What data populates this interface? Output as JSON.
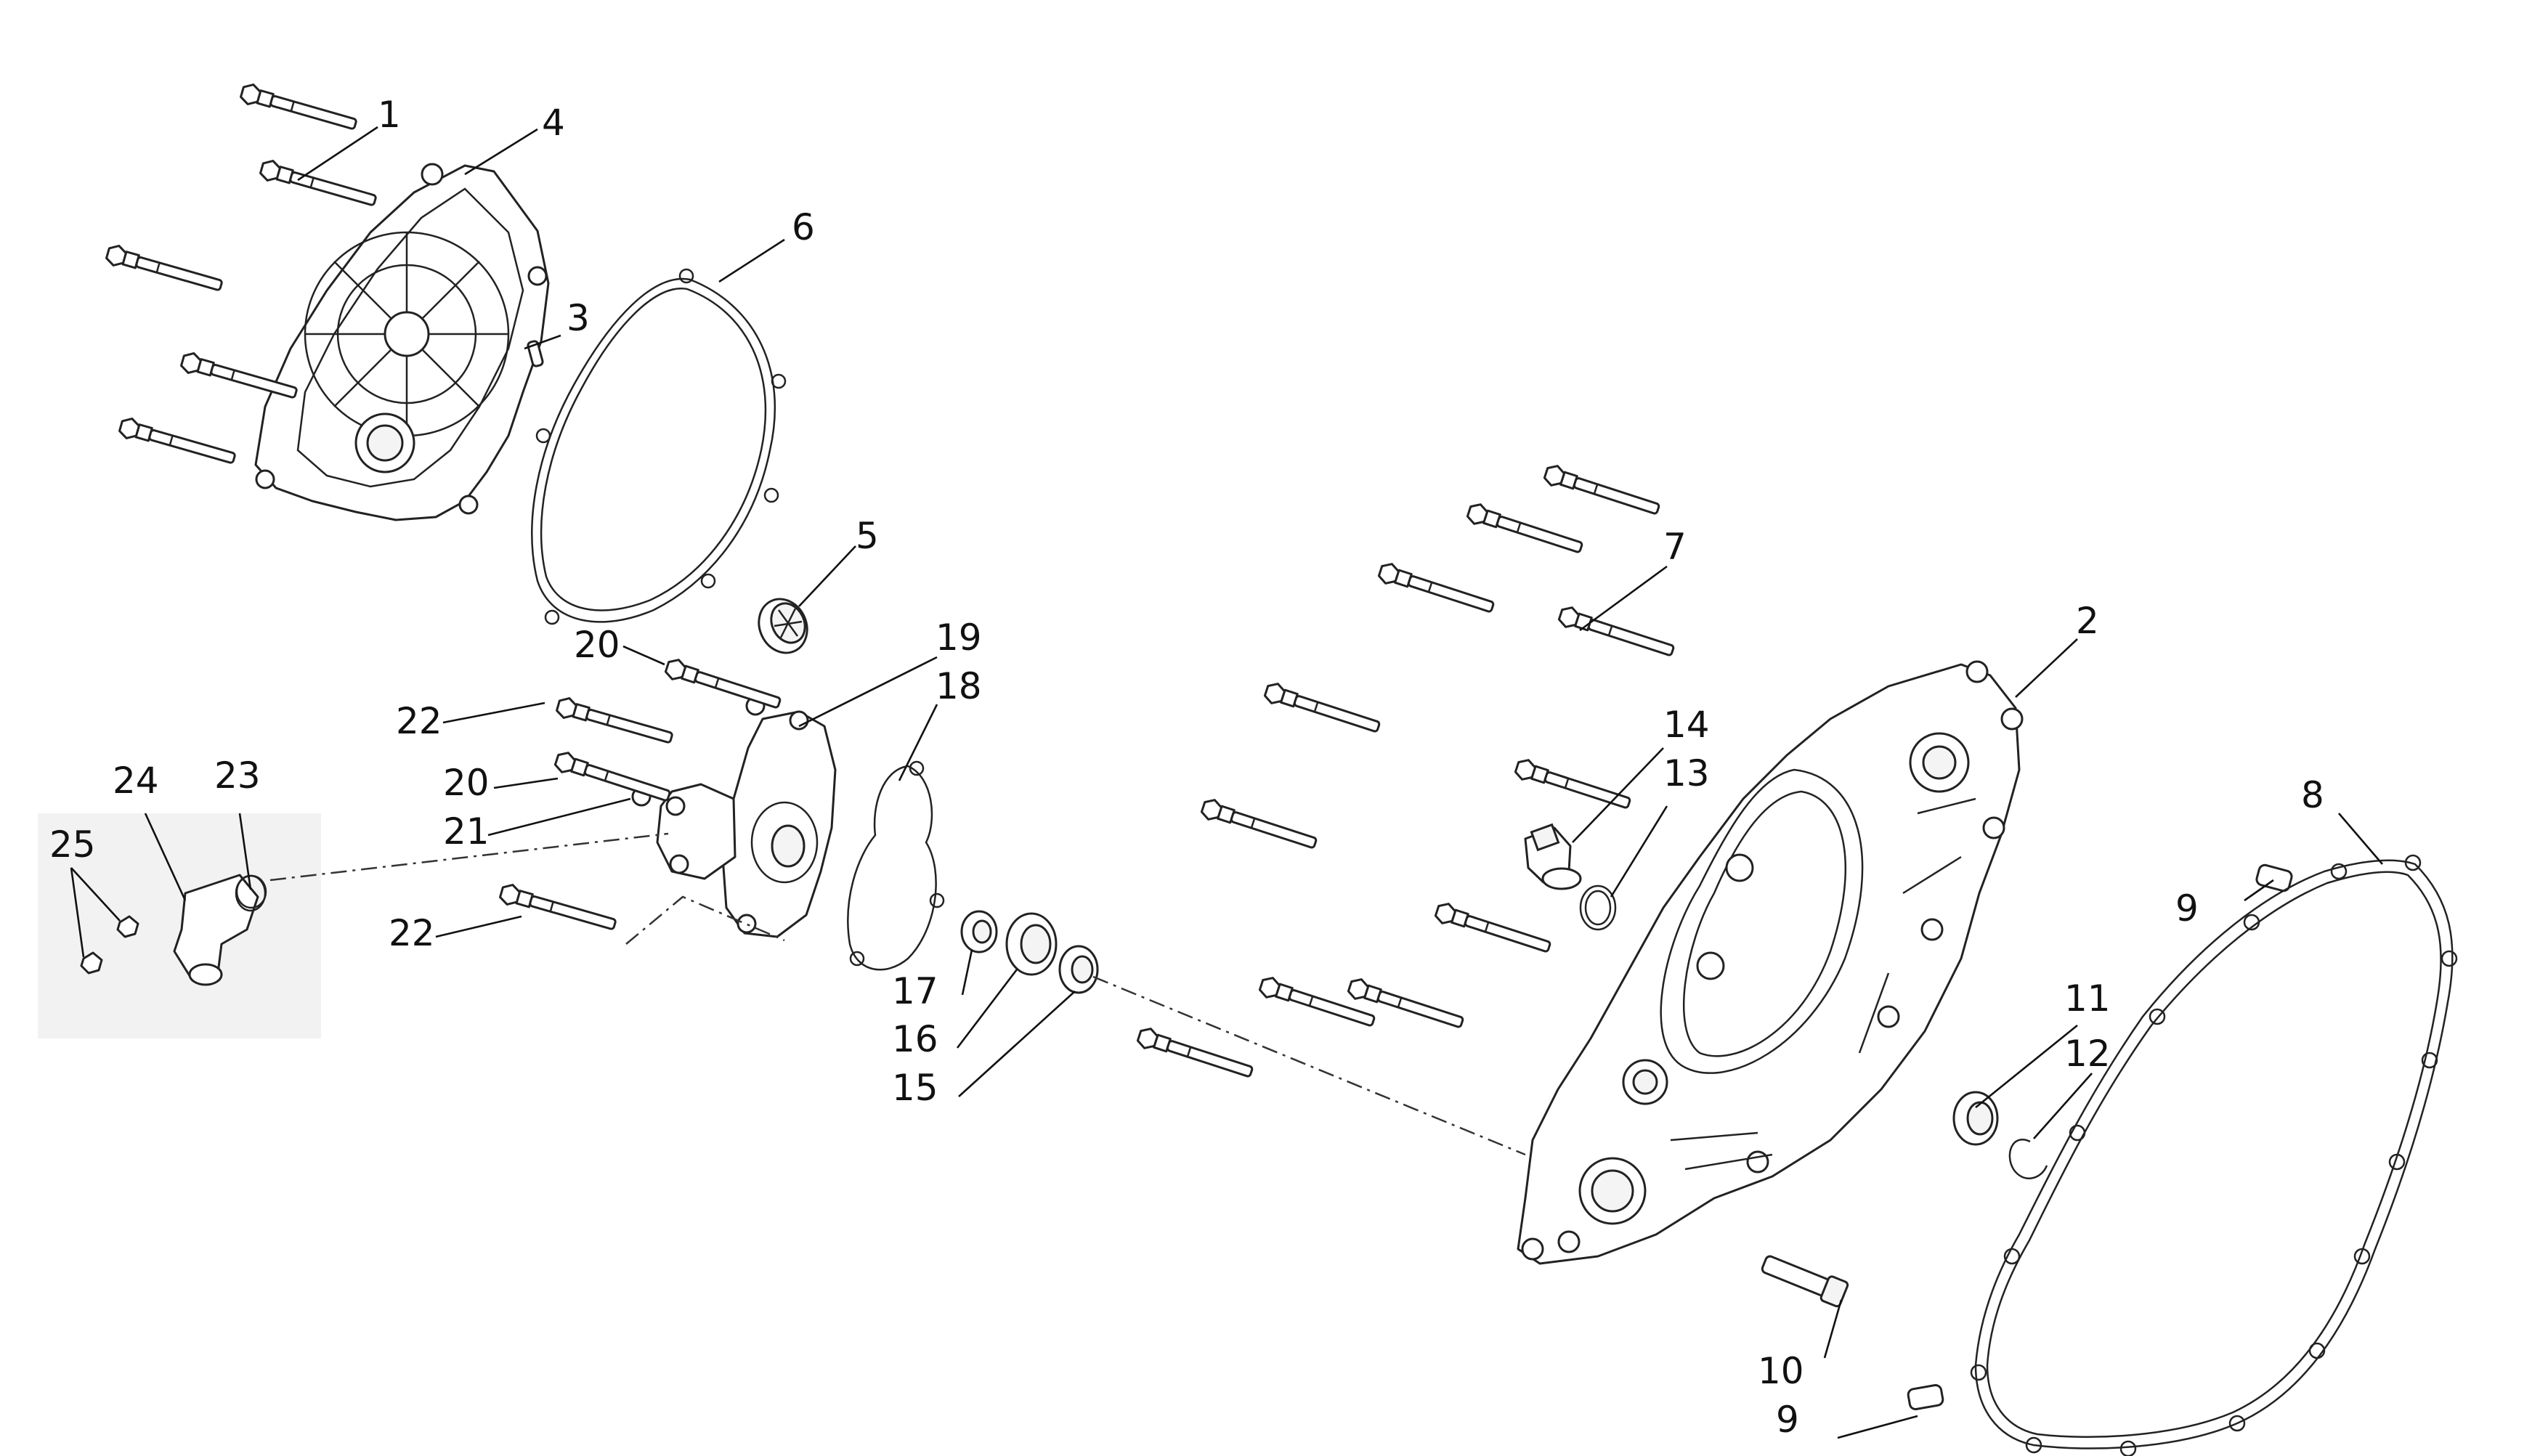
{
  "diagram": {
    "callouts": {
      "c1": "1",
      "c2": "2",
      "c3": "3",
      "c4": "4",
      "c5": "5",
      "c6": "6",
      "c7": "7",
      "c8": "8",
      "c9a": "9",
      "c9b": "9",
      "c10": "10",
      "c11": "11",
      "c12": "12",
      "c13": "13",
      "c14": "14",
      "c15": "15",
      "c16": "16",
      "c17": "17",
      "c18": "18",
      "c19": "19",
      "c20a": "20",
      "c20b": "20",
      "c21": "21",
      "c22a": "22",
      "c22b": "22",
      "c23": "23",
      "c24": "24",
      "c25": "25"
    }
  }
}
